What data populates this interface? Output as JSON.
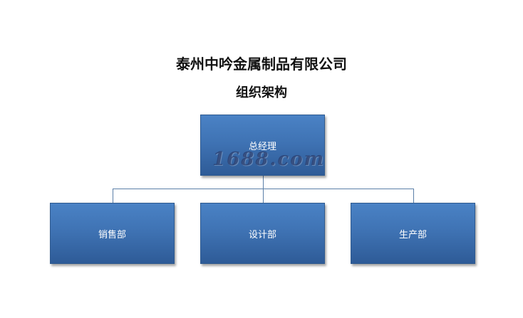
{
  "header": {
    "company_name": "泰州中吟金属制品有限公司",
    "chart_title": "组织架构"
  },
  "org_chart": {
    "root": {
      "label": "总经理"
    },
    "departments": [
      {
        "label": "销售部"
      },
      {
        "label": "设计部"
      },
      {
        "label": "生产部"
      }
    ]
  },
  "watermark": {
    "text": "1688.com"
  },
  "colors": {
    "box_fill_top": "#4a82c5",
    "box_fill_bottom": "#2e5b97",
    "connector": "#5b7fa8"
  }
}
